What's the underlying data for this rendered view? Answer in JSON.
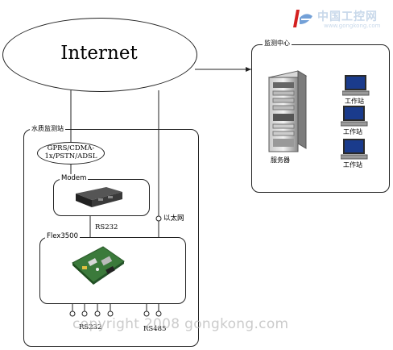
{
  "logo": {
    "cn_text": "中国工控网",
    "url_text": "www.gongkong.com"
  },
  "internet": {
    "label": "Internet"
  },
  "monitoring_center": {
    "title": "监测中心",
    "server_label": "服务器",
    "workstations": [
      {
        "label": "工作站"
      },
      {
        "label": "工作站"
      },
      {
        "label": "工作站"
      }
    ]
  },
  "water_station": {
    "title": "水质监测站",
    "network_box": {
      "line1": "GPRS/CDMA-",
      "line2": "1x/PSTN/ADSL"
    },
    "modem_label": "Modem",
    "rs232_link_label": "RS232",
    "ethernet_label": "以太网",
    "controller_label": "Flex3500",
    "bottom_rs232_label": "RS232",
    "bottom_rs485_label": "RS485"
  },
  "watermark": "copyright 2008 gongkong.com",
  "colors": {
    "line": "#222222",
    "monitor_blue": "#1a3b8c",
    "server_gray": "#9a9a9a",
    "logo_red": "#d42020",
    "logo_blue": "#c8d8ea"
  }
}
